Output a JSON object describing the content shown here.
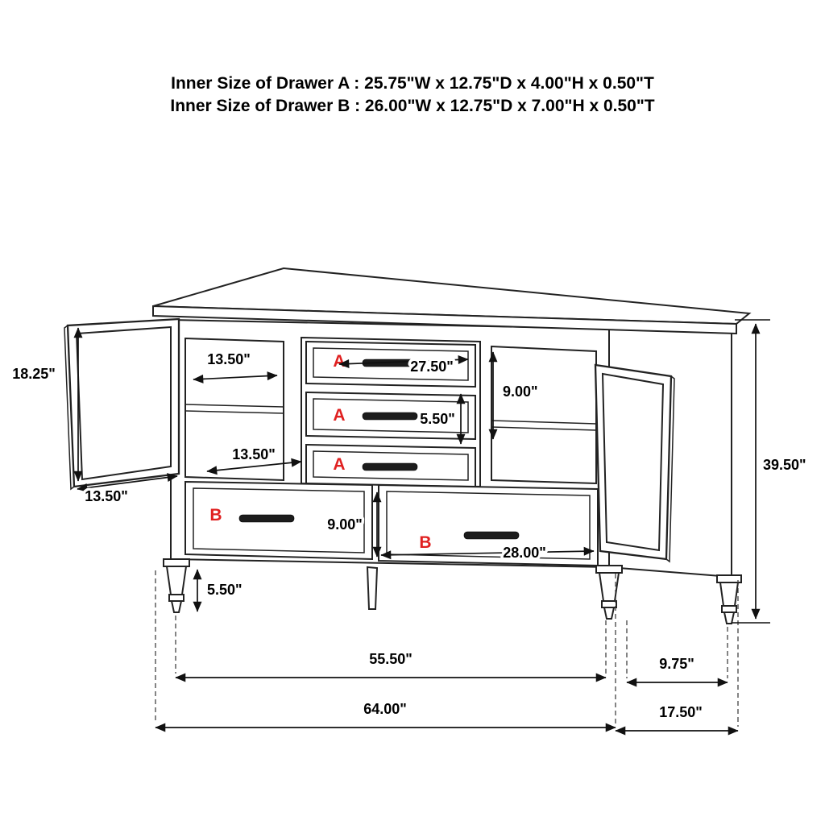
{
  "header": {
    "line1": "Inner Size of Drawer A : 25.75\"W x 12.75\"D x 4.00\"H x 0.50\"T",
    "line2": "Inner Size of Drawer B : 26.00\"W x 12.75\"D x 7.00\"H x 0.50\"T"
  },
  "colors": {
    "background": "#ffffff",
    "drawing_line": "#222222",
    "dimension_line": "#111111",
    "label_text": "#000000",
    "drawer_letter": "#e02020"
  },
  "drawer_labels": {
    "a1": "A",
    "a2": "A",
    "a3": "A",
    "b1": "B",
    "b2": "B"
  },
  "dimensions": {
    "left_shelf_width": "13.50\"",
    "left_door_height": "18.25\"",
    "left_door_width": "13.50\"",
    "left_lower_shelf_width": "13.50\"",
    "drawer_a_width": "27.50\"",
    "right_compartment_height": "9.00\"",
    "drawer_a_height": "5.50\"",
    "drawer_b_height": "9.00\"",
    "drawer_b_width": "28.00\"",
    "leg_height": "5.50\"",
    "total_height": "39.50\"",
    "body_width": "55.50\"",
    "side_depth": "9.75\"",
    "total_width": "64.00\"",
    "total_depth": "17.50\""
  }
}
